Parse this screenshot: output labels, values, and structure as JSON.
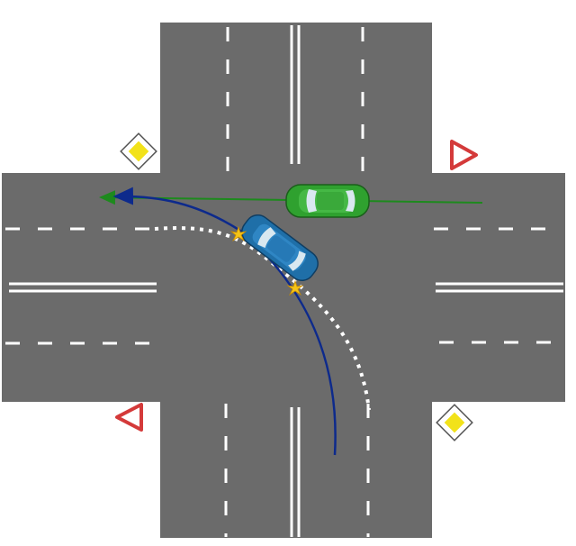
{
  "scene": {
    "kind": "four-way intersection with priority road",
    "colors": {
      "background": "#ffffff",
      "road": "#6b6b6b",
      "marking": "#ffffff",
      "green_car": "#2fa12f",
      "blue_car": "#1f6fa8",
      "green_path": "#1d8a1d",
      "blue_path": "#0d2a8c",
      "priority_sign_fill": "#f2e21a",
      "yield_sign_border": "#d43a3a",
      "collision_mark": "#f5c518"
    },
    "signs": [
      {
        "id": "priority-road-sign-nw",
        "icon": "priority-road-diamond"
      },
      {
        "id": "priority-road-sign-se",
        "icon": "priority-road-diamond"
      },
      {
        "id": "yield-sign-ne",
        "icon": "yield-triangle"
      },
      {
        "id": "yield-sign-sw",
        "icon": "yield-triangle"
      }
    ],
    "vehicles": [
      {
        "id": "green-car",
        "heading": "west",
        "maneuver": "straight"
      },
      {
        "id": "blue-car",
        "heading": "north",
        "maneuver": "left-turn"
      }
    ]
  }
}
